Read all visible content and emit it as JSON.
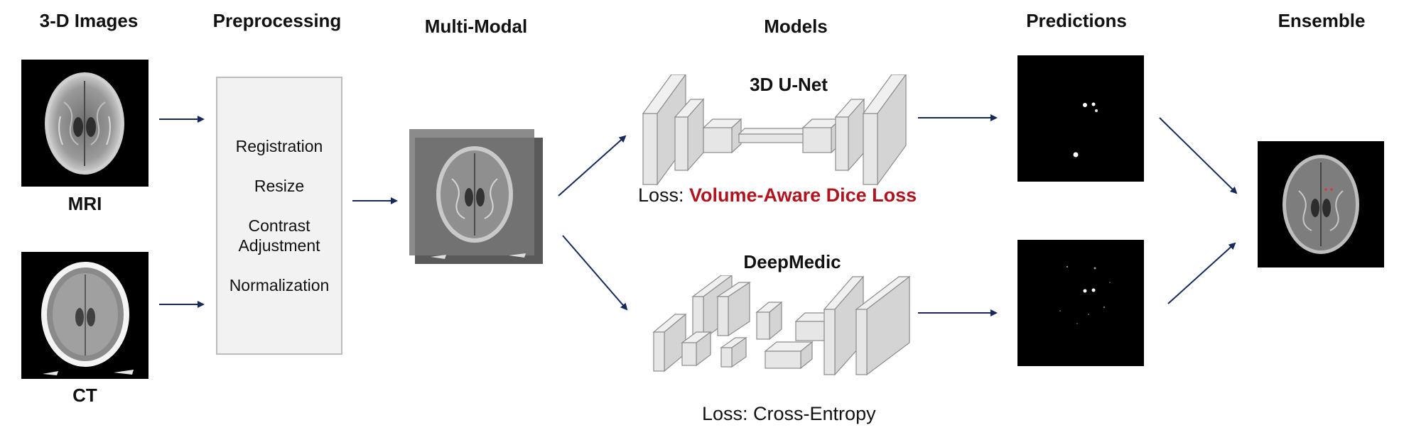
{
  "columns": {
    "images": "3-D Images",
    "preprocessing": "Preprocessing",
    "multimodal": "Multi-Modal",
    "models": "Models",
    "predictions": "Predictions",
    "ensemble": "Ensemble"
  },
  "inputs": {
    "mri_label": "MRI",
    "ct_label": "CT"
  },
  "preprocessing_steps": [
    "Registration",
    "Resize",
    "Contrast Adjustment",
    "Normalization"
  ],
  "models": {
    "unet": {
      "name": "3D U-Net",
      "loss_prefix": "Loss: ",
      "loss_name": "Volume-Aware Dice Loss"
    },
    "deepmedic": {
      "name": "DeepMedic",
      "loss_text": "Loss: Cross-Entropy"
    }
  },
  "colors": {
    "arrow": "#16295a",
    "loss_accent": "#b0141e",
    "box_fill": "#e6e6e6",
    "box_stroke": "#8c8c8c"
  }
}
